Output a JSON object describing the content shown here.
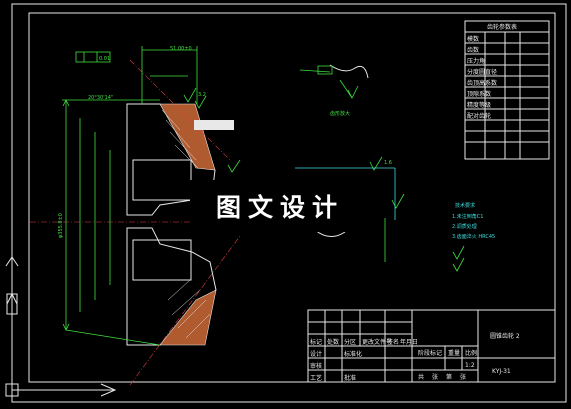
{
  "watermark": "图文设计",
  "drawing_no": "KYJ-31",
  "part_name": "圆锥齿轮 2",
  "dims": {
    "top_width": "51.00±0",
    "left_angle": "20°30'14\"",
    "total_dia": "φ355.8±0",
    "roughness_right": "3.2",
    "roughness_left": "1.6",
    "tol_label": "0.01"
  },
  "notes": {
    "title": "技术要求",
    "items": [
      "1.未注倒角C1",
      "2.调质处理",
      "3.齿面淬火 HRC45"
    ]
  },
  "title_block": {
    "labels": [
      "标记",
      "处数",
      "分区",
      "更改文件号",
      "签名",
      "年月日",
      "设计",
      "标准化",
      "审核",
      "工艺",
      "批准",
      "阶段标记",
      "重量",
      "比例",
      "共",
      "张",
      "第",
      "张"
    ],
    "scale": "1:2"
  },
  "params_table": {
    "header": "齿轮参数表",
    "rows": [
      "模数",
      "齿数",
      "压力角",
      "分度圆直径",
      "齿顶高系数",
      "顶隙系数",
      "精度等级",
      "配对齿轮"
    ]
  }
}
